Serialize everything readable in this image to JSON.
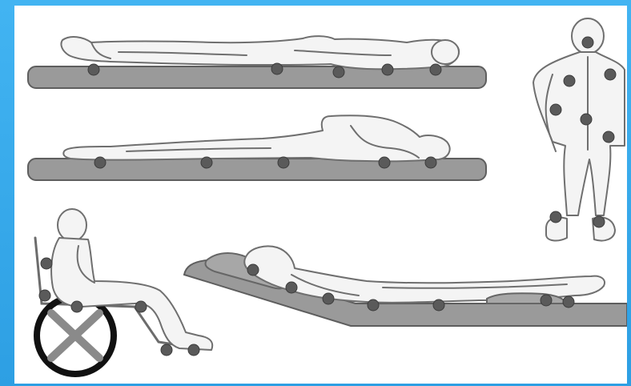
{
  "figure": {
    "subject": "pressure-points",
    "colors": {
      "frame": "#39a9ea",
      "panel": "#ffffff",
      "surface": "#9a9a9a",
      "marker": "#5a5a5a",
      "wheel": "#111111"
    },
    "views": [
      {
        "id": "supine-view",
        "marker_count": 5
      },
      {
        "id": "lateral-view",
        "marker_count": 5
      },
      {
        "id": "posterior-standing-view",
        "marker_count": 8
      },
      {
        "id": "sitting-wheelchair-view",
        "marker_count": 6
      },
      {
        "id": "semi-fowler-view",
        "marker_count": 7
      }
    ]
  }
}
